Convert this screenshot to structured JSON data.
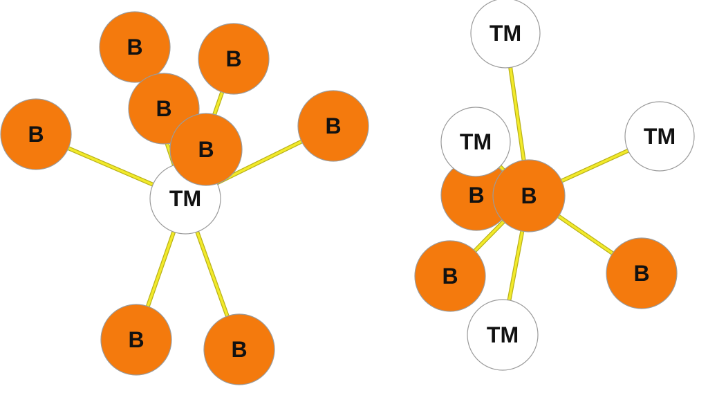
{
  "colors": {
    "boron_fill": "#f47a0d",
    "tm_fill": "#ffffff",
    "outline": "#9a9a9a",
    "bond": "#f2ea2a",
    "bond_edge": "#b9b11a",
    "label": "#111111"
  },
  "left_cluster": {
    "center_label": "TM",
    "ligand_labels": [
      "B",
      "B",
      "B",
      "B",
      "B",
      "B",
      "B",
      "B"
    ]
  },
  "right_cluster": {
    "center_label": "B",
    "ligands": [
      {
        "label": "TM",
        "kind": "tm"
      },
      {
        "label": "TM",
        "kind": "tm"
      },
      {
        "label": "TM",
        "kind": "tm"
      },
      {
        "label": "TM",
        "kind": "tm"
      },
      {
        "label": "B",
        "kind": "b"
      },
      {
        "label": "B",
        "kind": "b"
      },
      {
        "label": "B",
        "kind": "b"
      }
    ]
  }
}
